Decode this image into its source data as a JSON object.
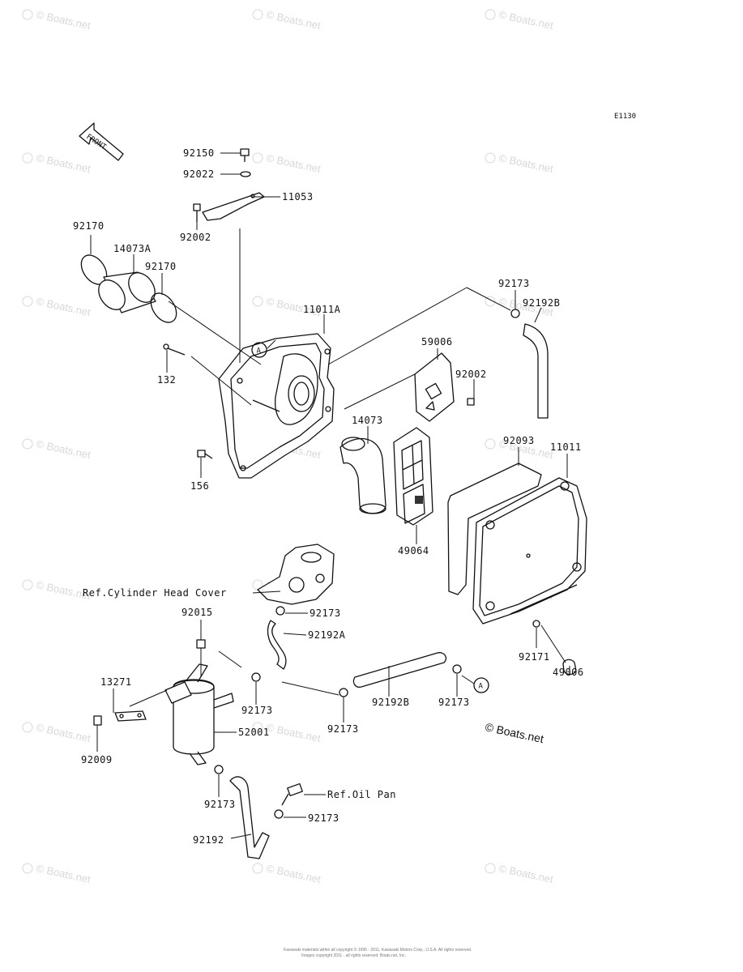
{
  "diagram": {
    "code": "E1130",
    "front_label": "FRONT",
    "copyright": "© Boats.net",
    "footer_line1": "Kawasaki materials within all copyright © 1995 - 2011, Kawasaki Motors Corp., U.S.A.  All rights reserved.",
    "footer_line2": "Images copyright 2011 - all rights reserved. Boats.net, Inc.",
    "watermark": "© Boats.net",
    "callout_a": "A",
    "parts": {
      "p92150": "92150",
      "p92022": "92022",
      "p11053": "11053",
      "p92002_top": "92002",
      "p92170_a": "92170",
      "p14073A": "14073A",
      "p92170_b": "92170",
      "p11011A": "11011A",
      "p132": "132",
      "p156": "156",
      "p92173_top": "92173",
      "p92192B_top": "92192B",
      "p59006": "59006",
      "p92002_right": "92002",
      "p14073": "14073",
      "p49064": "49064",
      "p92093": "92093",
      "p11011": "11011",
      "ref_head_cover": "Ref.Cylinder Head Cover",
      "p92173_mid": "92173",
      "p92015": "92015",
      "p92192A": "92192A",
      "p92171": "92171",
      "p49006": "49006",
      "p13271": "13271",
      "p92173_c": "92173",
      "p52001": "52001",
      "p92009": "92009",
      "p92173_d": "92173",
      "p92192B_low": "92192B",
      "p92173_e": "92173",
      "p92173_f": "92173",
      "ref_oil_pan": "Ref.Oil Pan",
      "p92173_g": "92173",
      "p92192": "92192"
    }
  }
}
